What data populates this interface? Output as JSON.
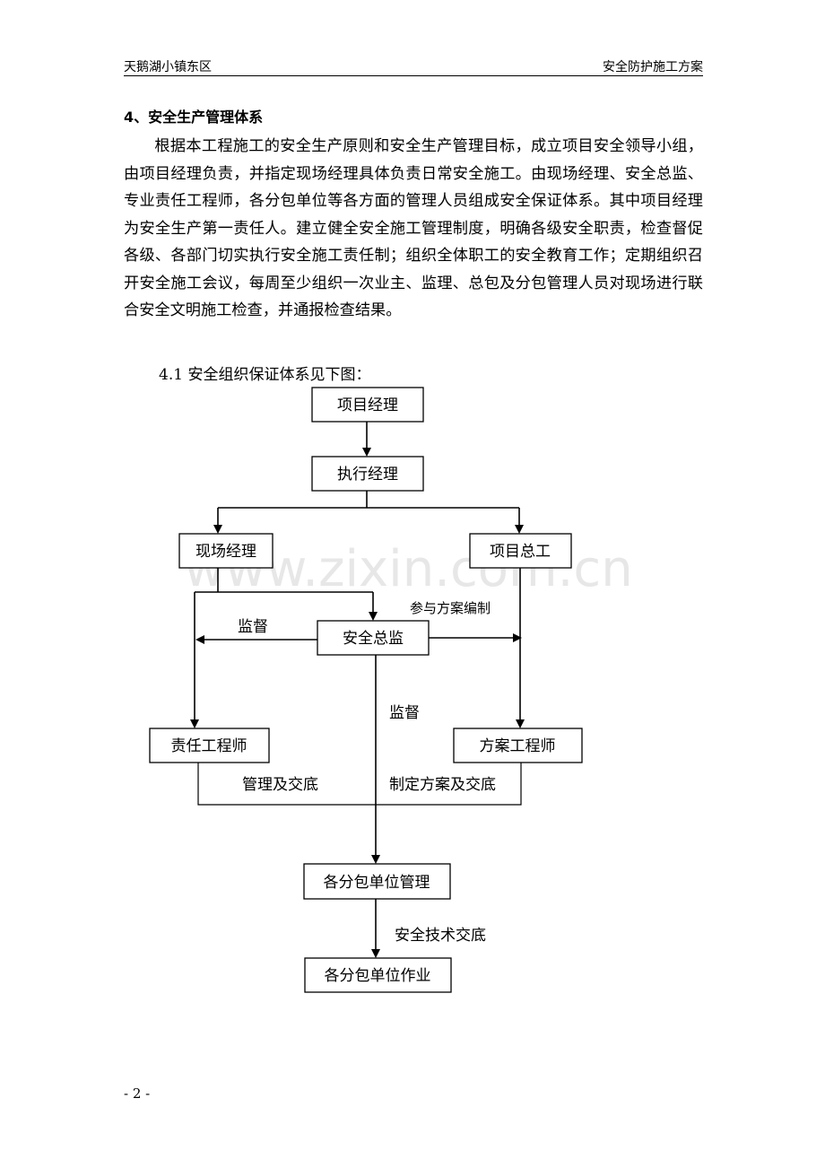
{
  "header": {
    "left": "天鹅湖小镇东区",
    "right": "安全防护施工方案"
  },
  "section": {
    "heading": "4、安全生产管理体系",
    "paragraph": "根据本工程施工的安全生产原则和安全生产管理目标，成立项目安全领导小组，由项目经理负责，并指定现场经理具体负责日常安全施工。由现场经理、安全总监、专业责任工程师，各分包单位等各方面的管理人员组成安全保证体系。其中项目经理为安全生产第一责任人。建立健全安全施工管理制度，明确各级安全职责，检查督促各级、各部门切实执行安全施工责任制；组织全体职工的安全教育工作；定期组织召开安全施工会议，每周至少组织一次业主、监理、总包及分包管理人员对现场进行联合安全文明施工检查，并通报检查结果。",
    "subheading": "4.1 安全组织保证体系见下图："
  },
  "diagram": {
    "nodes": {
      "project_manager": "项目经理",
      "executive_manager": "执行经理",
      "site_manager": "现场经理",
      "chief_engineer": "项目总工",
      "safety_director": "安全总监",
      "responsible_engineer": "责任工程师",
      "plan_engineer": "方案工程师",
      "subcontractor_management": "各分包单位管理",
      "subcontractor_operations": "各分包单位作业"
    },
    "labels": {
      "participate": "参与方案编制",
      "supervise_left": "监督",
      "supervise_center": "监督",
      "manage_brief": "管理及交底",
      "plan_brief": "制定方案及交底",
      "tech_brief": "安全技术交底"
    }
  },
  "watermark": "www.zixin.com.cn",
  "footer": {
    "page": "- 2 -"
  }
}
